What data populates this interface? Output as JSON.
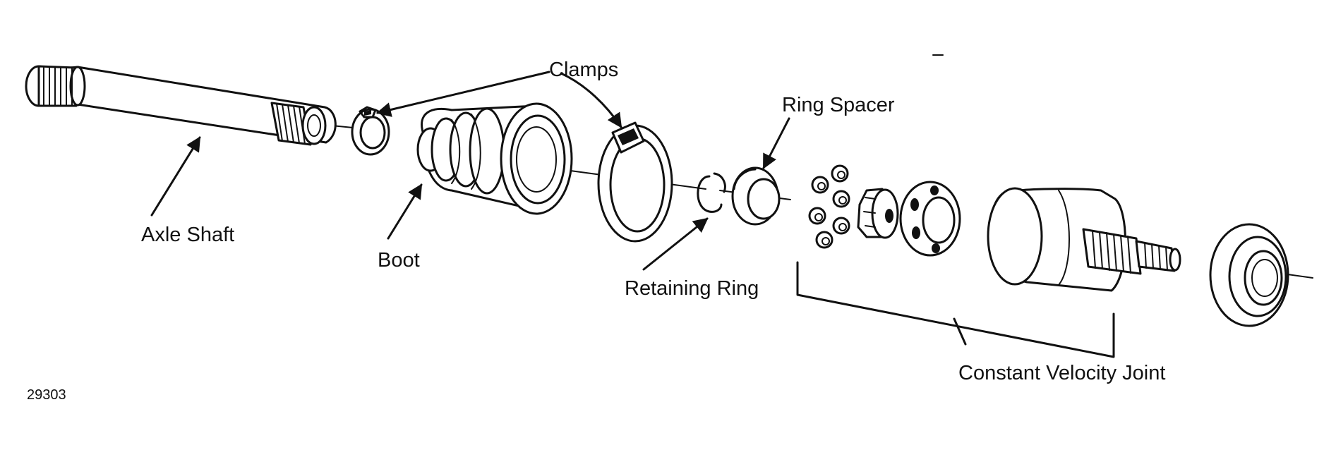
{
  "labels": {
    "axle_shaft": "Axle Shaft",
    "boot": "Boot",
    "clamps": "Clamps",
    "ring_spacer": "Ring Spacer",
    "retaining_ring": "Retaining Ring",
    "constant_velocity_joint": "Constant Velocity Joint"
  },
  "figure_number": "29303",
  "colors": {
    "ink": "#111111",
    "background": "#ffffff"
  }
}
